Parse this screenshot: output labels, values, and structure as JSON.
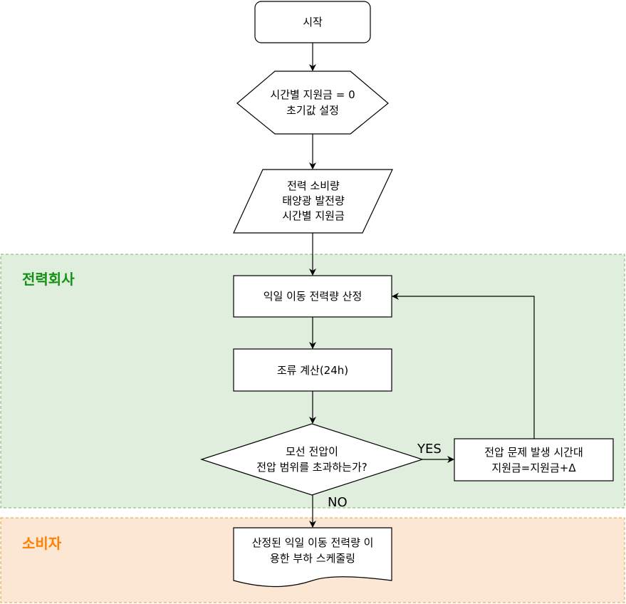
{
  "colors": {
    "company_band_fill": "#dfeedd",
    "company_band_border": "#82b366",
    "company_title": "#129112",
    "consumer_band_fill": "#fce6d4",
    "consumer_band_border": "#e5a23a",
    "consumer_title": "#ff8000"
  },
  "swimlanes": {
    "company": "전력회사",
    "consumer": "소비자"
  },
  "nodes": {
    "start": "시작",
    "init": "시간별 지원금 = 0\n초기값 설정",
    "input": "전력 소비량\n태양광 발전량\n시간별 지원금",
    "calc_shift": "익일 이동 전력량 산정",
    "flow_calc": "조류 계산(24h)",
    "decision": "모선 전압이\n전압 범위를 초과하는가?",
    "adjust": "전압 문제 발생 시간대\n지원금=지원금+Δ",
    "schedule": "산정된 익일 이동 전력량 이\n용한 부하 스케줄링"
  },
  "edge_labels": {
    "yes": "YES",
    "no": "NO"
  }
}
